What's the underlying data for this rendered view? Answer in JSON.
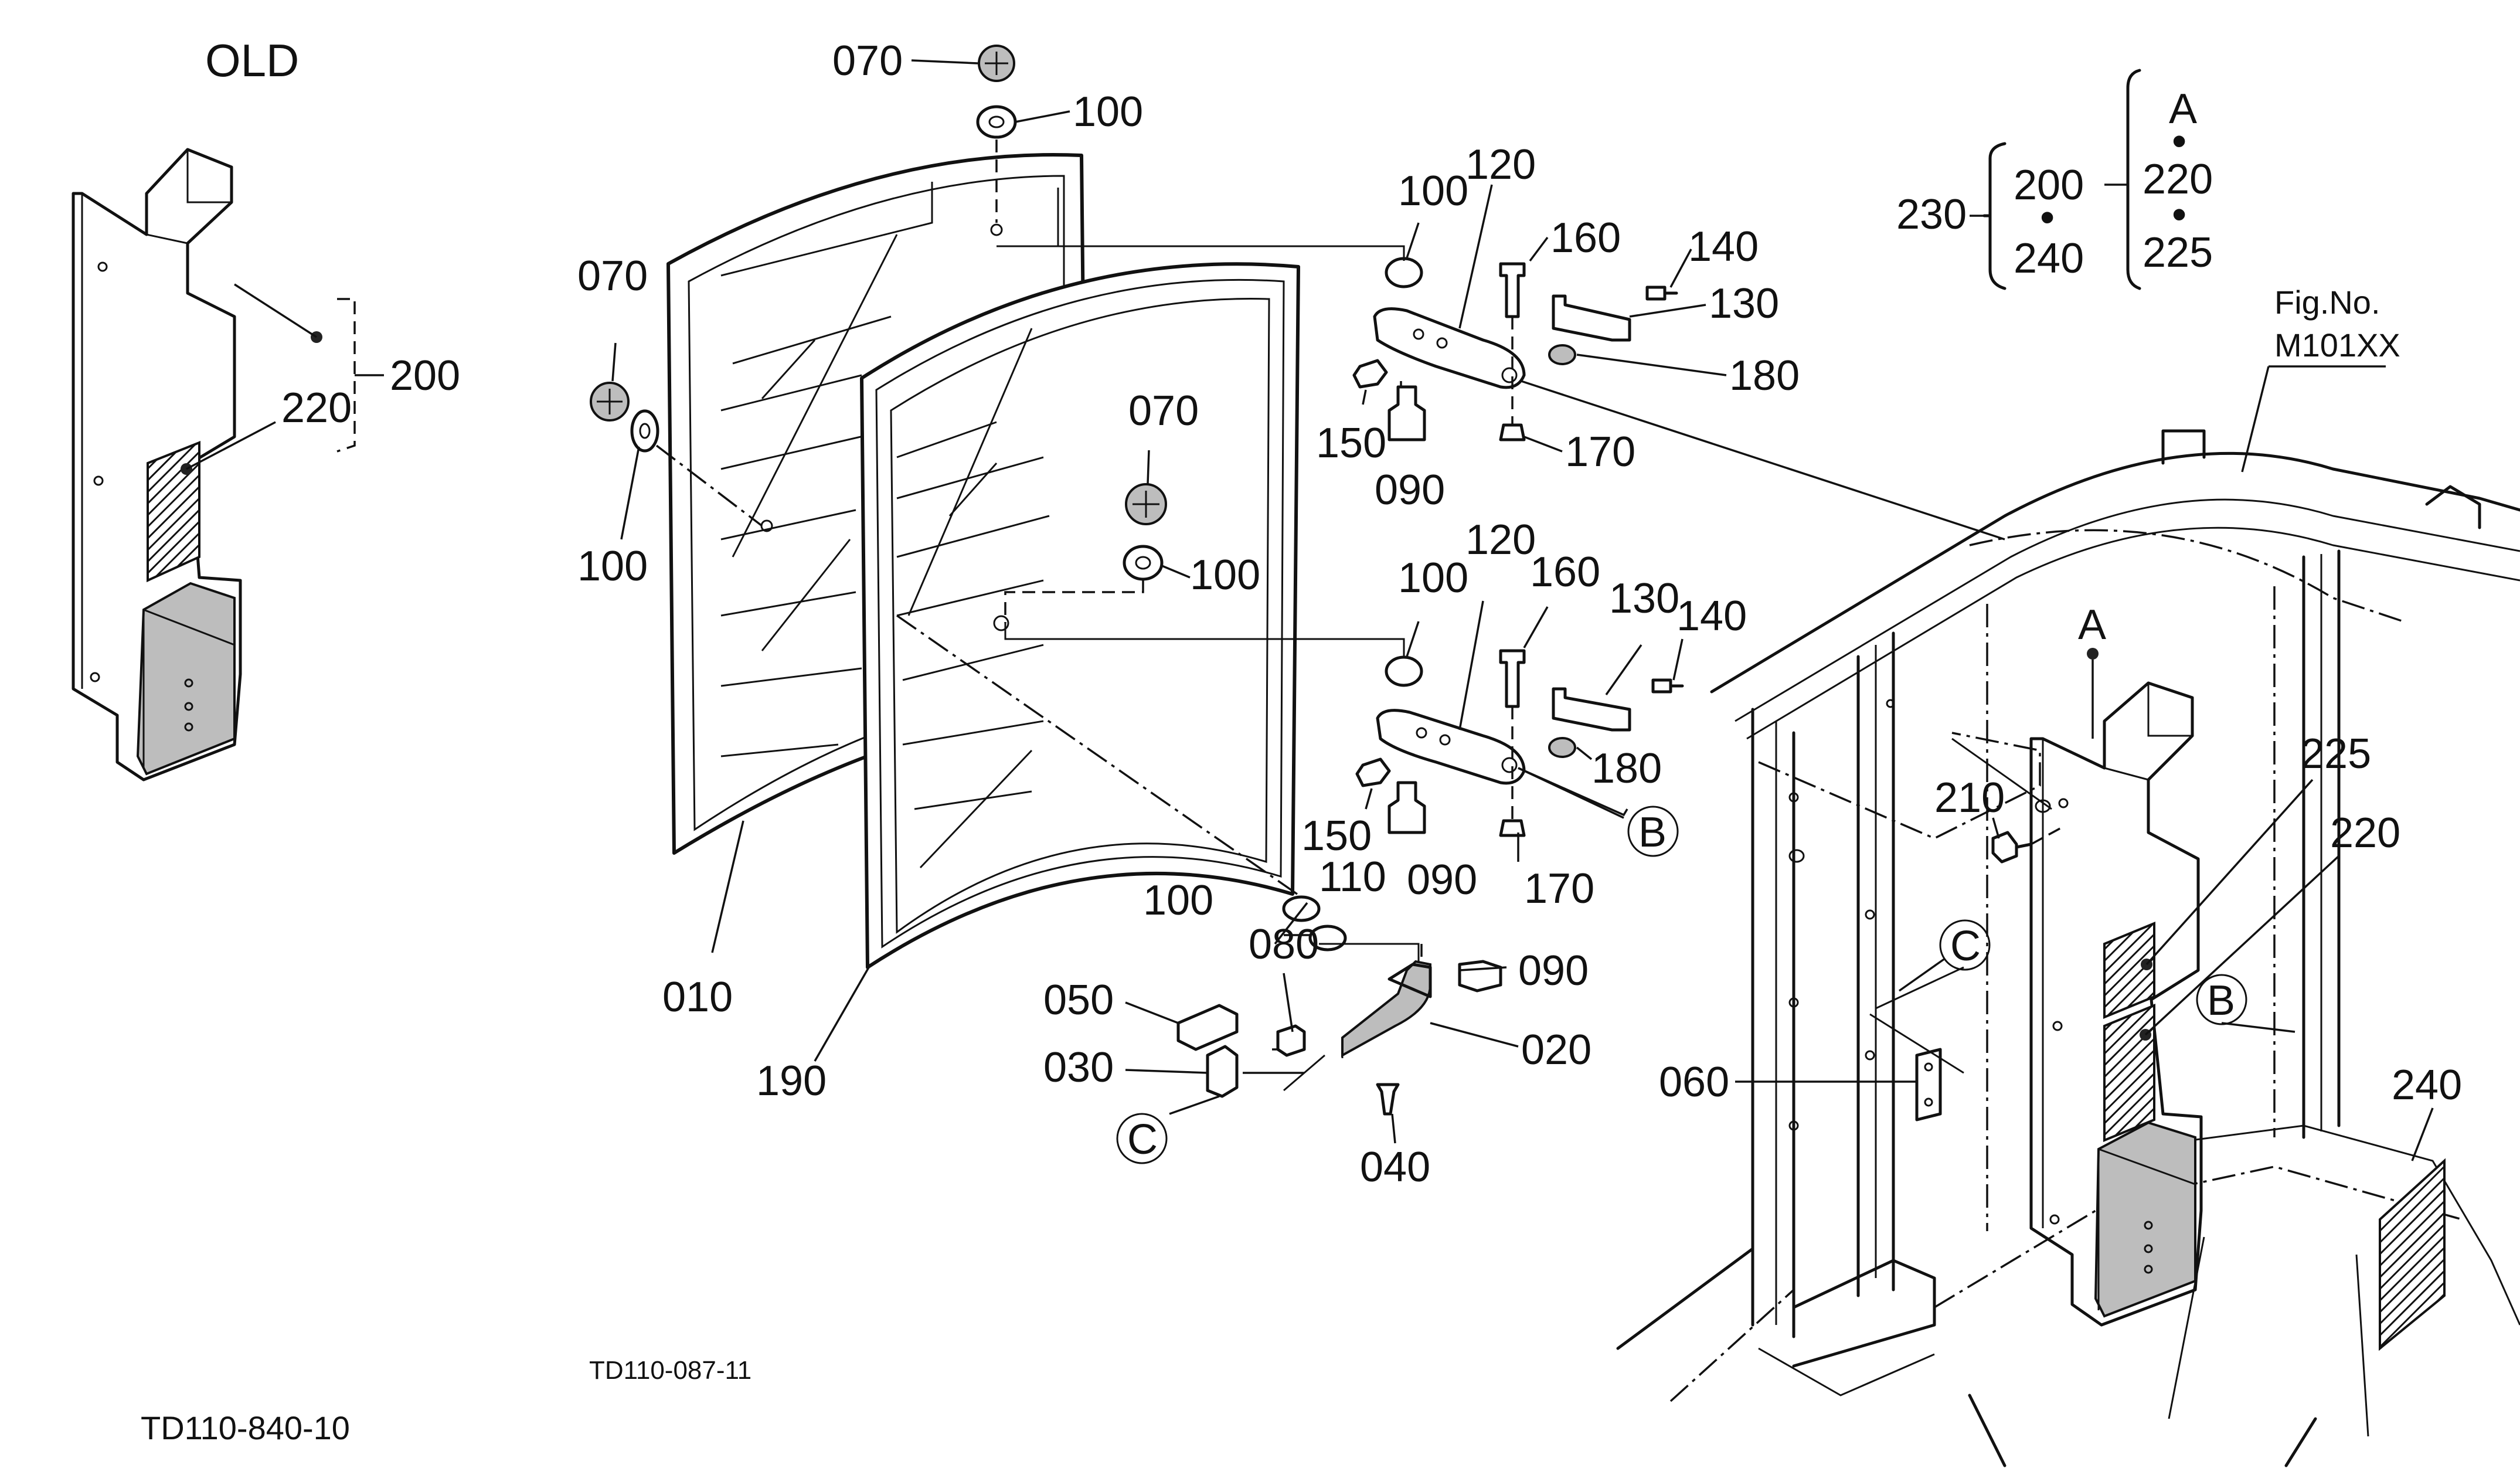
{
  "header_label": "OLD",
  "drawing_code": "TD110-087-11",
  "page_code": "TD110-840-10",
  "fig_no": {
    "label": "Fig.No.",
    "value": "M101XX"
  },
  "callouts": {
    "old_panel": "200",
    "old_decal": "220",
    "latch_top": "070",
    "washer_top": "100",
    "latch_left": "070",
    "washer_left": "100",
    "latch_mid": "070",
    "washer_mid": "100",
    "upper_washer": "100",
    "upper_hinge": "120",
    "upper_pin": "160",
    "upper_bolt": "140",
    "upper_bracket": "130",
    "upper_nut_right": "180",
    "upper_nut_left": "150",
    "upper_bumper": "090",
    "upper_cnut": "170",
    "lower_washer": "100",
    "lower_hinge": "120",
    "lower_pin": "160",
    "lower_bracket": "130",
    "lower_bolt": "140",
    "lower_nut_right": "180",
    "lower_nut_left": "150",
    "lower_bumper": "090",
    "lower_cnut": "170",
    "glass_rear": "010",
    "glass_front": "190",
    "washer_bottom": "100",
    "spacer_bottom": "110",
    "knob": "080",
    "bumper_bottom": "090",
    "plate": "050",
    "stay": "030",
    "lever": "020",
    "screw": "040",
    "bracket_frame": "060",
    "frame_screw": "210",
    "decal_upper": "225",
    "decal_lower": "220",
    "decal_side": "240"
  },
  "reference_markers": {
    "a_top": "A",
    "a_frame": "A",
    "b_hinge": "B",
    "b_frame": "B",
    "c_lever": "C",
    "c_frame": "C"
  },
  "assembly_table": {
    "assembly": "230",
    "group_left": [
      "200",
      "240"
    ],
    "group_right_head": "A",
    "group_right": [
      "220",
      "225"
    ]
  }
}
